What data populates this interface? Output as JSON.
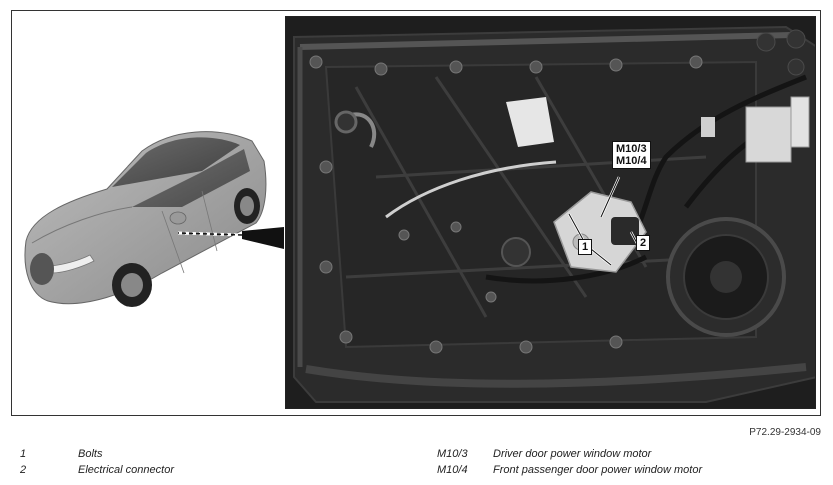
{
  "figure": {
    "callouts": {
      "motor_line1": "M10/3",
      "motor_line2": "M10/4",
      "bolts": "1",
      "connector": "2"
    },
    "reference_code": "P72.29-2934-09"
  },
  "legend": {
    "left": [
      {
        "key": "1",
        "text": "Bolts"
      },
      {
        "key": "2",
        "text": "Electrical connector"
      }
    ],
    "right": [
      {
        "key": "M10/3",
        "text": "Driver door power window motor"
      },
      {
        "key": "M10/4",
        "text": "Front passenger door power window motor"
      }
    ]
  }
}
